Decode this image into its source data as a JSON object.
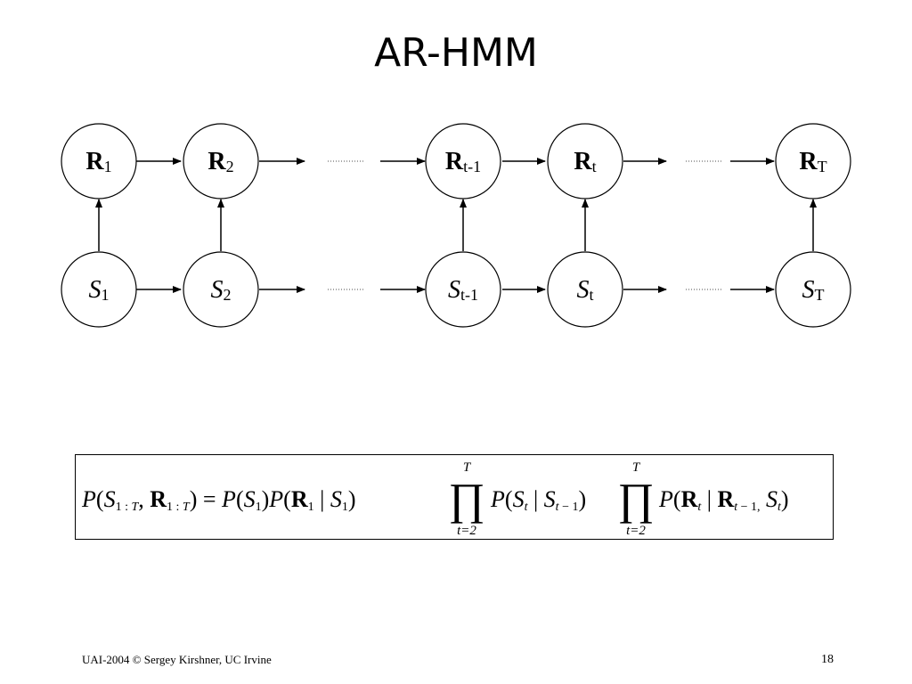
{
  "slide": {
    "title": "AR-HMM",
    "footer": "UAI-2004 © Sergey Kirshner, UC Irvine",
    "page_number": "18"
  },
  "diagram": {
    "observed_row": [
      {
        "letter": "R",
        "sub": "1"
      },
      {
        "letter": "R",
        "sub": "2"
      },
      {
        "letter": "R",
        "sub": "t-1"
      },
      {
        "letter": "R",
        "sub": "t"
      },
      {
        "letter": "R",
        "sub": "T"
      }
    ],
    "hidden_row": [
      {
        "letter": "S",
        "sub": "1"
      },
      {
        "letter": "S",
        "sub": "2"
      },
      {
        "letter": "S",
        "sub": "t-1"
      },
      {
        "letter": "S",
        "sub": "t"
      },
      {
        "letter": "S",
        "sub": "T"
      }
    ]
  },
  "formula": {
    "sum_lower": "t=2",
    "sum_upper": "T"
  }
}
